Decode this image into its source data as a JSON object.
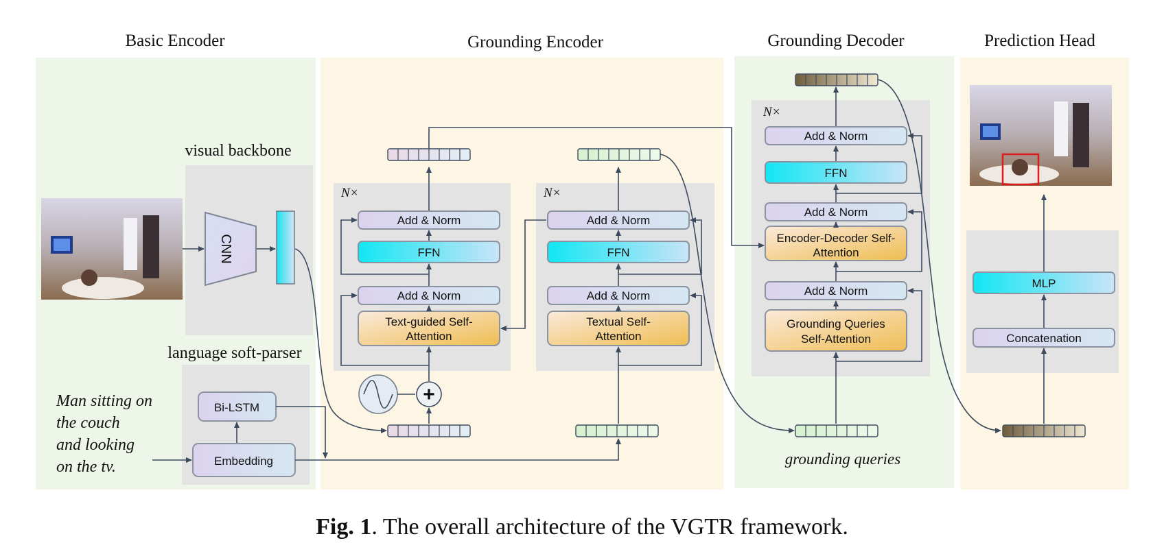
{
  "sections": {
    "basic_encoder": "Basic Encoder",
    "grounding_encoder": "Grounding Encoder",
    "grounding_decoder": "Grounding Decoder",
    "prediction_head": "Prediction Head"
  },
  "labels": {
    "visual_backbone": "visual backbone",
    "language_parser": "language soft-parser",
    "grounding_queries": "grounding queries"
  },
  "query_text": [
    "Man sitting  on",
    "the couch",
    "and looking",
    "on the tv."
  ],
  "blocks": {
    "cnn": "CNN",
    "bilstm": "Bi-LSTM",
    "embedding": "Embedding",
    "add_norm": "Add & Norm",
    "ffn": "FFN",
    "text_guided_attn": [
      "Text-guided Self-",
      "Attention"
    ],
    "textual_attn": [
      "Textual Self-",
      "Attention"
    ],
    "enc_dec_attn": [
      "Encoder-Decoder Self-",
      "Attention"
    ],
    "gq_attn": [
      "Grounding Queries",
      "Self-Attention"
    ],
    "mlp": "MLP",
    "concat": "Concatenation",
    "nx": "N×",
    "plus": "+"
  },
  "caption": {
    "prefix": "Fig. 1",
    "text": ". The overall architecture of the VGTR framework."
  },
  "colors": {
    "green_bg": "#eef5e9",
    "yellow_bg": "#fdf6e4",
    "gray_panel": "#e3e3e3",
    "lavender": "#dcd6ec",
    "cyan": "#2ee8f4",
    "orange": "#f3c86a",
    "bbox_red": "#e01b1b",
    "token_pink": "#efe4ee",
    "token_green": "#e2f4dc",
    "token_brown": "#a8946a"
  }
}
